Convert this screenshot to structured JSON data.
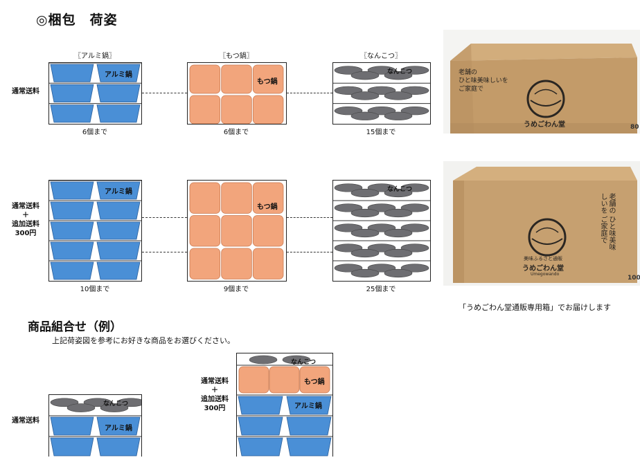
{
  "page_title": "◎梱包　荷姿",
  "product_headers": [
    "〖アルミ鍋〗",
    "〖もつ鍋〗",
    "〖なんこつ〗"
  ],
  "item_labels": {
    "aluminum": "アルミ鍋",
    "motsu": "もつ鍋",
    "nankotsu": "なんこつ"
  },
  "row1": {
    "shipping": "通常送料",
    "counts": [
      "6個まで",
      "6個まで",
      "15個まで"
    ]
  },
  "row2": {
    "shipping_lines": [
      "通常送料",
      "＋",
      "追加送料",
      "300円"
    ],
    "counts": [
      "10個まで",
      "9個まで",
      "25個まで"
    ]
  },
  "photo": {
    "corner_numbers": [
      "80",
      "100"
    ],
    "box_text_top": [
      "老舗の",
      "ひと味美味しいを",
      "ご家庭で"
    ],
    "box_text_bottom": [
      "老舗の",
      "ひと味美味しいを",
      "ご家庭で"
    ],
    "brand_small": "美味ふるさと通販",
    "brand": "うめごわん堂",
    "brand_roman": "Umegowando"
  },
  "box_caption": "「うめごわん堂通販専用箱」でお届けします",
  "combo": {
    "title": "商品組合せ（例）",
    "description": "上記荷姿図を参考にお好きな商品をお選びください。",
    "ex1_shipping": "通常送料",
    "ex2_shipping_lines": [
      "通常送料",
      "＋",
      "追加送料",
      "300円"
    ]
  },
  "colors": {
    "aluminum": "#4a8fd6",
    "motsu": "#f2a57c",
    "nankotsu": "#6e6e72",
    "cardboard": "#c9a474"
  }
}
